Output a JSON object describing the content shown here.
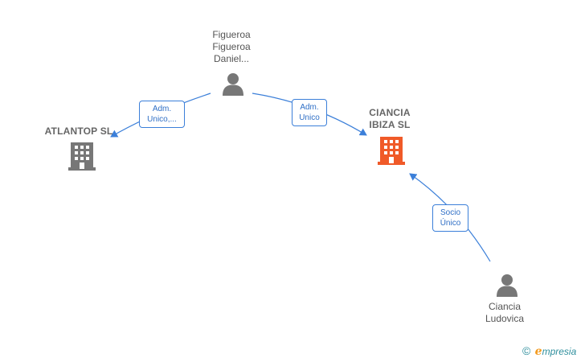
{
  "nodes": {
    "person_figueroa": {
      "label": "Figueroa\nFigueroa\nDaniel..."
    },
    "company_atlantop": {
      "label": "ATLANTOP  SL"
    },
    "company_ciancia": {
      "label": "CIANCIA\nIBIZA  SL"
    },
    "person_ciancia": {
      "label": "Ciancia\nLudovica"
    }
  },
  "edges": {
    "figueroa_to_atlantop": {
      "label": "Adm.\nUnico,..."
    },
    "figueroa_to_ciancia": {
      "label": "Adm.\nUnico"
    },
    "ludovica_to_ciancia": {
      "label": "Socio\nÚnico"
    }
  },
  "brand": {
    "copyright_symbol": "©",
    "logo_initial": "e",
    "logo_rest": "mpresia"
  },
  "colors": {
    "edge": "#3b7fd9",
    "person_icon": "#777777",
    "company_icon": "#777777",
    "focus_company_icon": "#f05a28"
  }
}
